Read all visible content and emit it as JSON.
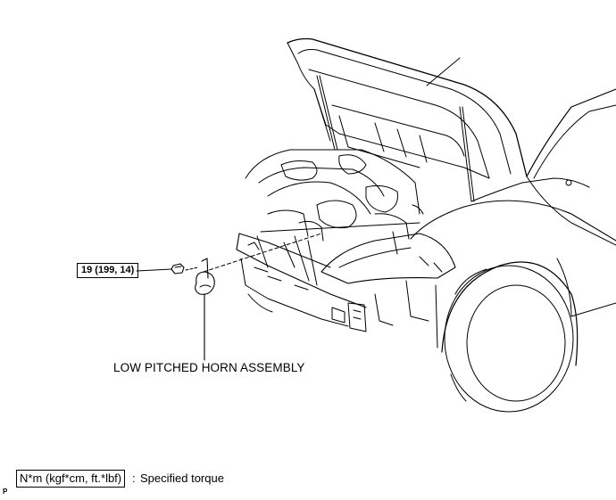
{
  "diagram": {
    "torque_value": "19 (199, 14)",
    "part_label": "LOW PITCHED HORN ASSEMBLY",
    "legend": {
      "unit_box": "N*m (kgf*cm, ft.*lbf)",
      "separator": ":",
      "description": "Specified torque"
    },
    "figure_code": "P"
  }
}
